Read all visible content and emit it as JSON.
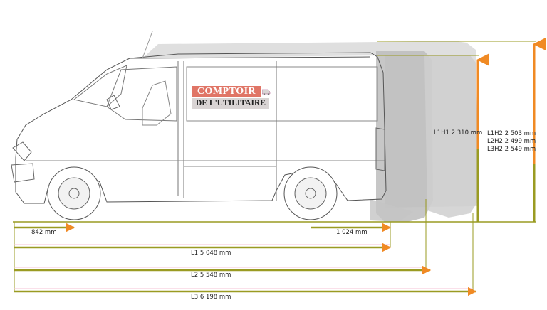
{
  "logo": {
    "line1": "COMPTOIR",
    "line2": "DE L'UTILITAIRE"
  },
  "dimensions": {
    "front_overhang": "842 mm",
    "rear_overhang": "1 024 mm",
    "lengths": [
      {
        "label": "L1 5 048 mm"
      },
      {
        "label": "L2 5 548 mm"
      },
      {
        "label": "L3 6 198 mm"
      }
    ],
    "heights": {
      "low": "L1H1 2 310 mm",
      "high": [
        "L1H2 2 503 mm",
        "L2H2 2 499 mm",
        "L3H2 2 549 mm"
      ]
    }
  },
  "colors": {
    "line_olive": "#9a9b22",
    "arrow_orange": "#f08a24",
    "ghost_gray": "#c9c9c9",
    "ghost_dark": "#b8b8b8",
    "pink_line": "#f4c2d4",
    "outline": "#555555"
  }
}
